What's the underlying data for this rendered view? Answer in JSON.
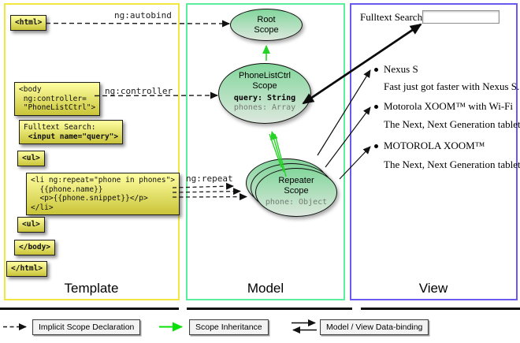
{
  "template_panel": {
    "caption": "Template",
    "boxes": {
      "html_open": "<html>",
      "body_open": "<body\n ng:controller=\n \"PhoneListCtrl\">",
      "fulltext_line1": "Fulltext Search:",
      "fulltext_line2": " <input name=\"query\">",
      "ul_open": "<ul>",
      "li_repeat": "<li ng:repeat=\"phone in phones\">\n  {{phone.name}}\n  <p>{{phone.snippet}}</p>\n</li>",
      "ul_close": "<ul>",
      "body_close": "</body>",
      "html_close": "</html>"
    },
    "arrow_labels": {
      "autobind": "ng:autobind",
      "controller": "ng:controller",
      "repeat": "ng:repeat"
    }
  },
  "model_panel": {
    "caption": "Model",
    "root_scope": {
      "title": "Root\nScope"
    },
    "phonelist_scope": {
      "title": "PhoneListCtrl\nScope",
      "query_prop": "query: String",
      "phones_prop": "phones: Array"
    },
    "repeater_scope": {
      "title": "Repeater\nScope",
      "phone_prop": "phone: Object"
    }
  },
  "view_panel": {
    "caption": "View",
    "search_label": "Fulltext Search:",
    "search_value": "",
    "items": [
      {
        "title": "Nexus S",
        "desc": "Fast just got faster with Nexus S."
      },
      {
        "title": "Motorola XOOM™ with Wi-Fi",
        "desc": "The Next, Next Generation tablet."
      },
      {
        "title": "MOTOROLA XOOM™",
        "desc": "The Next, Next Generation tablet."
      }
    ]
  },
  "legend": {
    "implicit": "Implicit Scope Declaration",
    "inheritance": "Scope Inheritance",
    "binding": "Model / View Data-binding"
  },
  "colors": {
    "template_border": "#f2e73e",
    "model_border": "#5bee9d",
    "view_border": "#6a5af0",
    "scope_fill_top": "#83d69c",
    "codebox_fill_top": "#ffffa2",
    "codebox_fill_bottom": "#c9c438",
    "inheritance_arrow": "#25d325",
    "legend_green_arrow": "#0ae00a",
    "binding_arrow": "#111111"
  }
}
